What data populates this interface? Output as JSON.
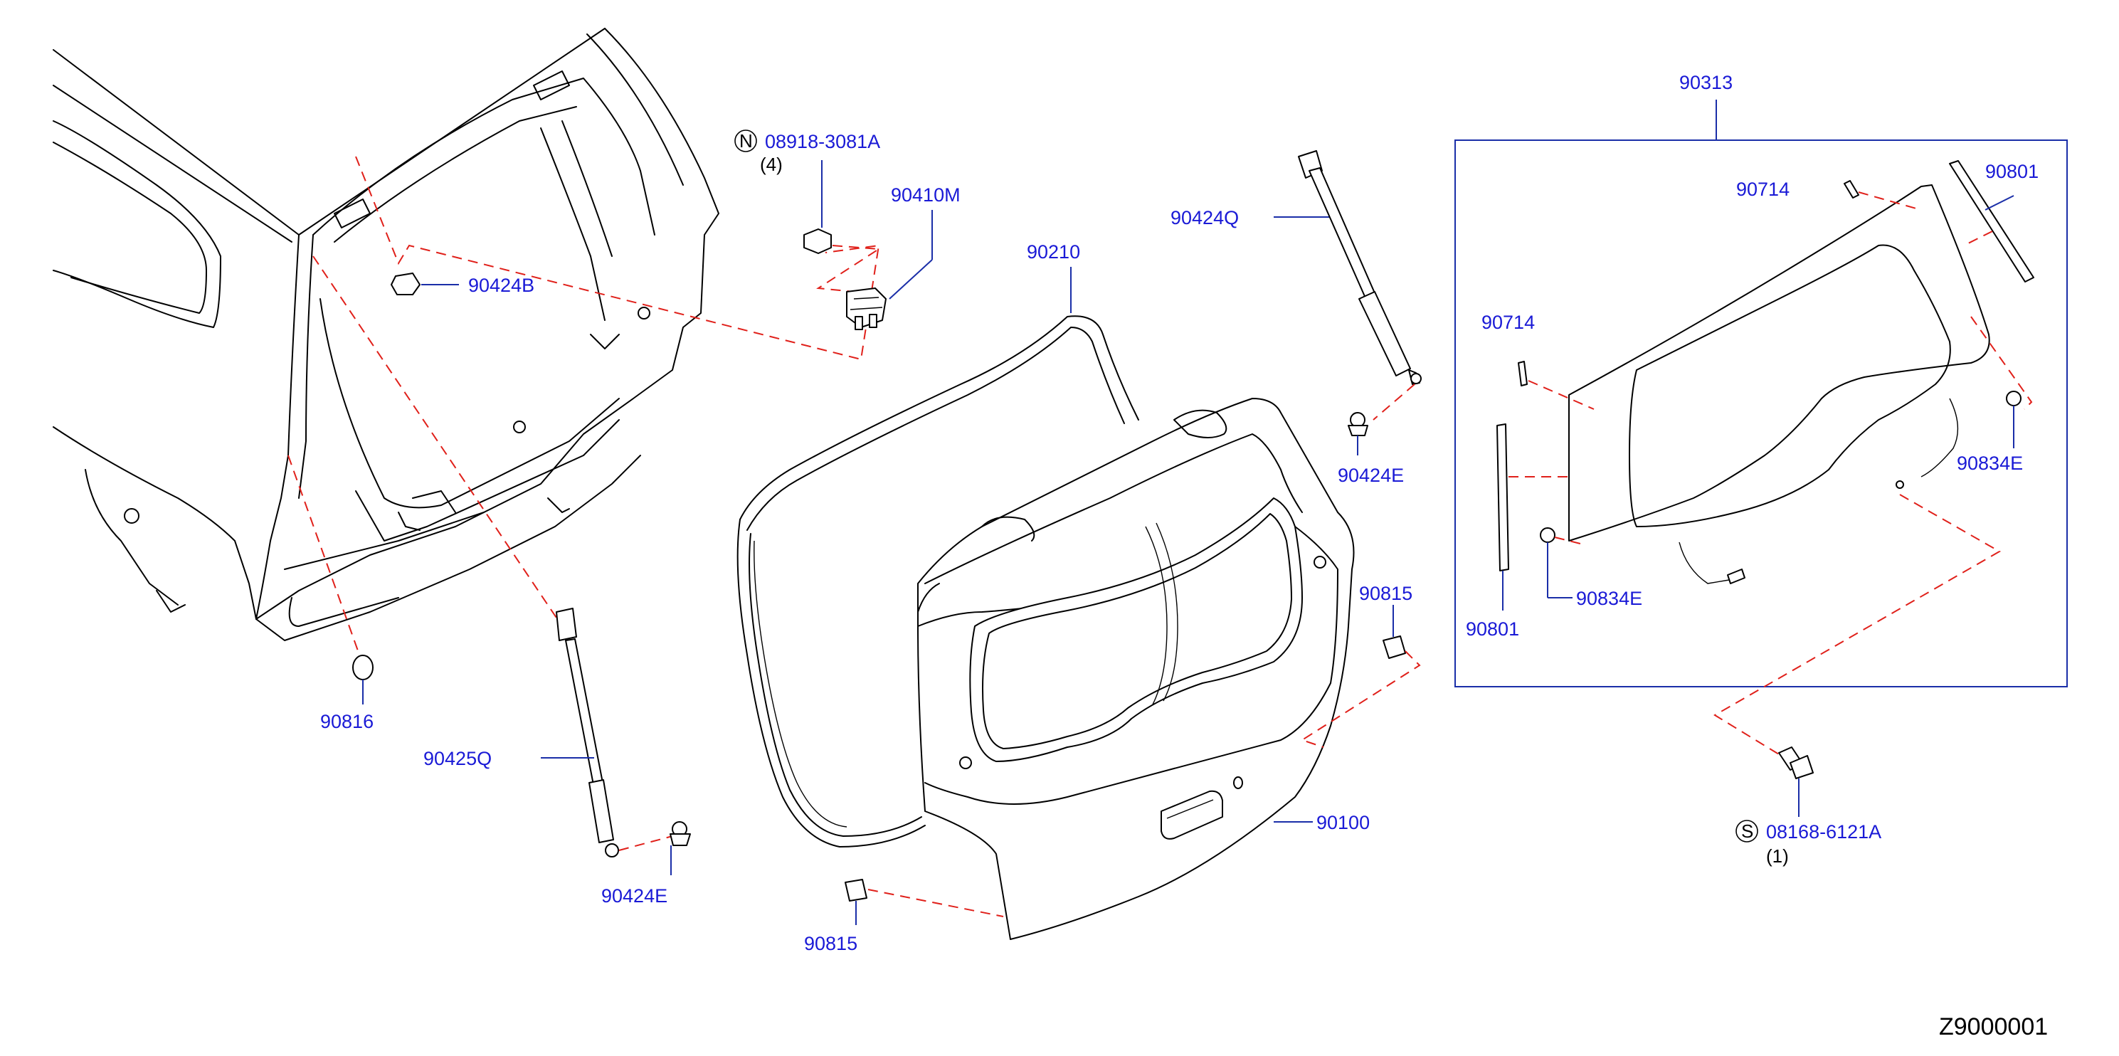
{
  "diagram": {
    "reference_code": "Z9000001",
    "labels": {
      "p90313": "90313",
      "p90714_top": "90714",
      "p90801_top": "90801",
      "p90714_left": "90714",
      "p90834E_right": "90834E",
      "p90834E_bottom": "90834E",
      "p90801_left": "90801",
      "p08918": "08918-3081A",
      "p08918_qty": "(4)",
      "p08918_sym": "N",
      "p90410M": "90410M",
      "p90424B": "90424B",
      "p90210": "90210",
      "p90424Q": "90424Q",
      "p90424E_top": "90424E",
      "p90815_right": "90815",
      "p90816": "90816",
      "p90425Q": "90425Q",
      "p90424E_bottom": "90424E",
      "p90100": "90100",
      "p90815_bottom": "90815",
      "p08168": "08168-6121A",
      "p08168_qty": "(1)",
      "p08168_sym": "S"
    }
  }
}
